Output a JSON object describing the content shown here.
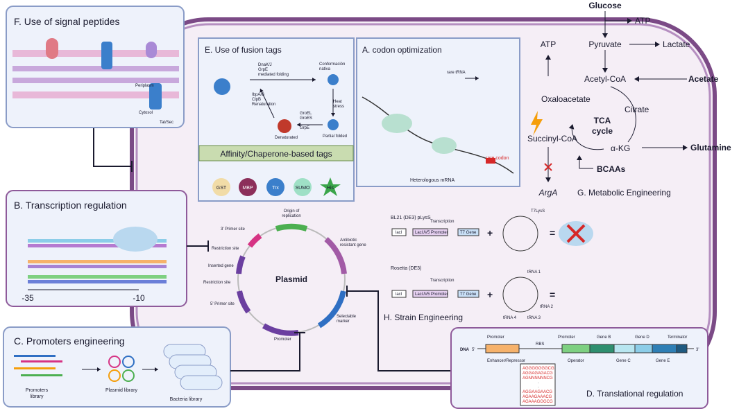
{
  "panels": {
    "signal_peptides": {
      "title": "F. Use of signal peptides",
      "periplasm": "Periplasm",
      "cytosol": "Cytosol",
      "tat_sec": "Tat/Sec"
    },
    "fusion_tags": {
      "title": "E. Use of fusion tags",
      "dnak": "DnaK/J",
      "grpe1": "GrpE",
      "mediated": "mediated folding",
      "conformation": "Conformación",
      "nativa": "nativa",
      "heat": "Heat",
      "stress": "stress",
      "ibpa": "IbpA/B",
      "clpb": "ClpB",
      "renat": "Renaturation",
      "groel": "GroEL",
      "groes": "GroES",
      "grpe2": "GrpE",
      "denatured": "Denaturated",
      "partial": "Partial folded",
      "tags_title": "Affinity/Chaperone-based tags",
      "tags": [
        "GST",
        "MBP",
        "Trx",
        "SUMO",
        "His"
      ]
    },
    "codon": {
      "title": "A. codon optimization",
      "rare_trna": "rare tRNA",
      "rare_codon": "rare codon",
      "mrna": "Heterologous mRNA"
    },
    "metabolic": {
      "glucose": "Glucose",
      "atp1": "ATP",
      "atp2": "ATP",
      "pyruvate": "Pyruvate",
      "lactate": "Lactate",
      "acetyl": "Acetyl-CoA",
      "acetate": "Acetate",
      "oxalo": "Oxaloacetate",
      "citrate": "Citrate",
      "tca1": "TCA",
      "tca2": "cycle",
      "succinyl": "Succinyl-CoA",
      "akg": "α-KG",
      "glutamine": "Glutamine",
      "bcaas": "BCAAs",
      "arga": "ArgA",
      "title": "G. Metabolic Engineering"
    },
    "transcription": {
      "title": "B. Transcription regulation",
      "m35": "-35",
      "m10": "-10"
    },
    "plasmid": {
      "center": "Plasmid",
      "origin1": "Origin of",
      "origin2": "replication",
      "primer3": "3' Primer site",
      "restriction1": "Restriction site",
      "inserted": "Inserted gene",
      "restriction2": "Restriction site",
      "primer5": "5' Primer site",
      "antibiotic1": "Antibiotic",
      "antibiotic2": "resistant gene",
      "selectable1": "Selectable",
      "selectable2": "marker",
      "promoter": "Promoter"
    },
    "strain": {
      "bl21": "BL21 (DE3) pLysS",
      "rosetta": "Rosetta (DE3)",
      "transcription1": "Transcription",
      "transcription2": "Transcription",
      "laci1": "lacI",
      "laci2": "lacI",
      "lacuv1": "LacUV5 Promoter",
      "lacuv2": "LacUV5 Promoter",
      "t71": "T7 Gene",
      "t72": "T7 Gene",
      "t7lyss": "T7LysS",
      "trna1": "tRNA 1",
      "trna2": "tRNA 2",
      "trna3": "tRNA 3",
      "trna4": "tRNA 4",
      "title": "H. Strain Engineering"
    },
    "promoters": {
      "title": "C. Promoters engineering",
      "lib1": "Promoters",
      "lib2": "library",
      "plasmid_lib": "Plasmid library",
      "bacteria_lib": "Bacteria library"
    },
    "translational": {
      "dna": "DNA",
      "five": "5'",
      "three": "3'",
      "promoter1": "Promoter",
      "enhancer": "Enhancer/Repressor",
      "rbs": "RBS",
      "promoter2": "Promoter",
      "operator": "Operator",
      "geneb": "Gene B",
      "genec": "Gene C",
      "gened": "Gene D",
      "genee": "Gene E",
      "terminator": "Terminator",
      "title": "D. Translational regulation",
      "seqs": [
        "AGGGGGGGCG",
        "AGGAGAGACG",
        "AGNNNNNNCG",
        "·",
        "·",
        "AGGAAGAACG",
        "AGAAGAAACG",
        "AGAAAGGGCG"
      ]
    }
  }
}
